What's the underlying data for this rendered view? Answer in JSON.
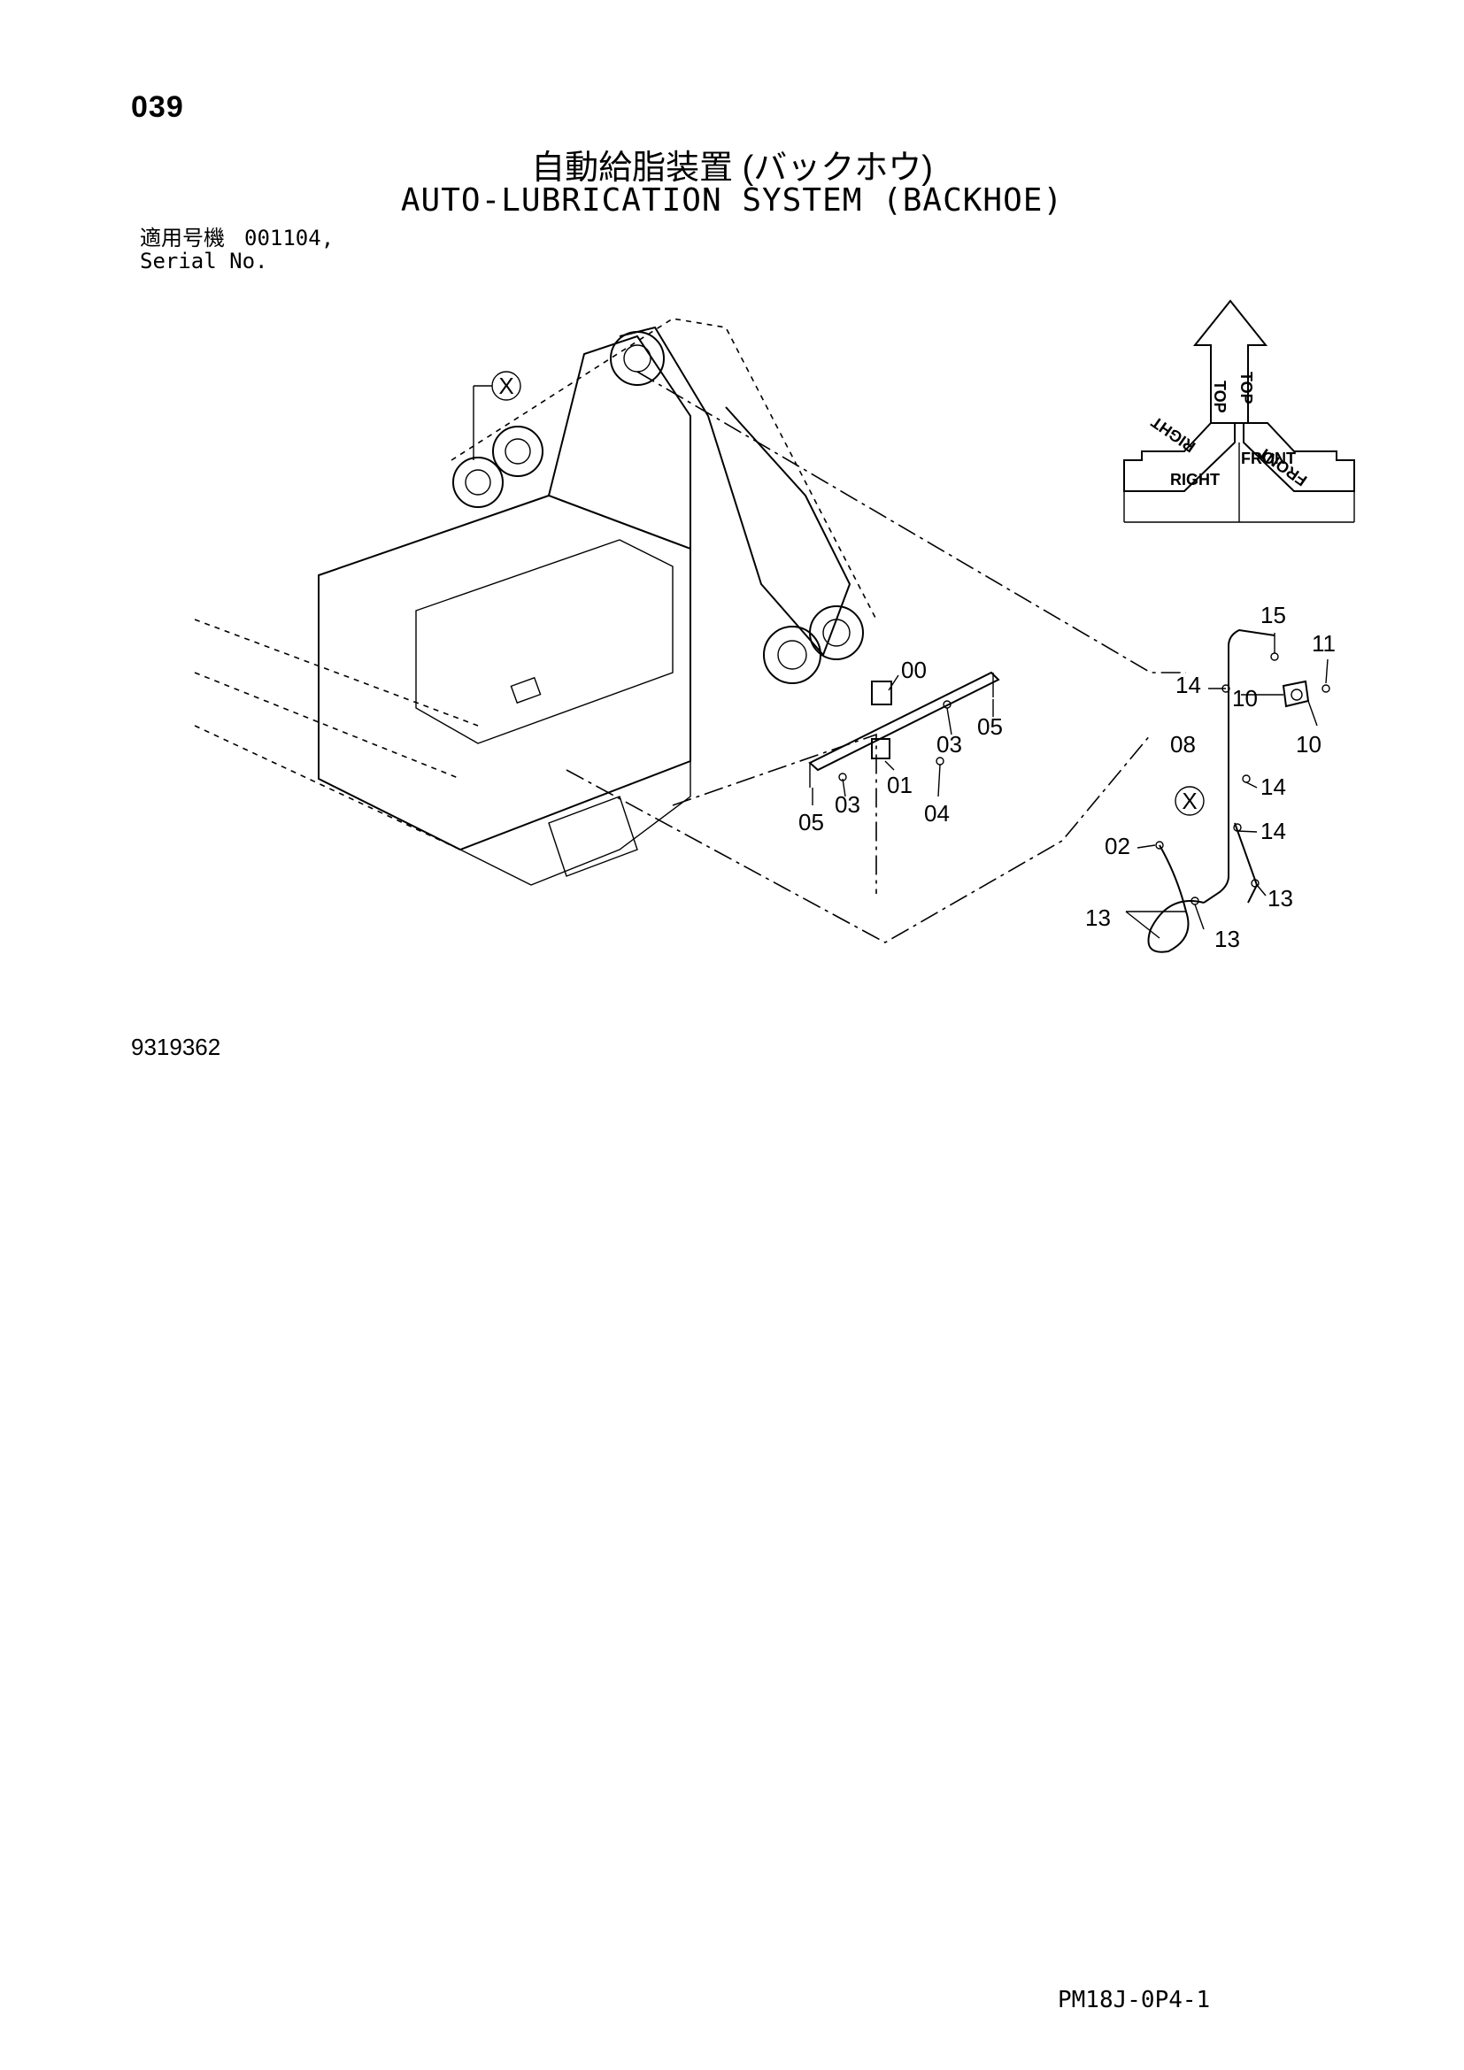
{
  "header": {
    "page_number": "039",
    "title_jp": "自動給脂装置 (バックホウ)",
    "title_en": "AUTO-LUBRICATION SYSTEM (BACKHOE)",
    "serial_label_jp": "適用号機",
    "serial_value": "001104,",
    "serial_label_en": "Serial No."
  },
  "orientation_indicator": {
    "labels": [
      "TOP",
      "TOP",
      "RIGHT",
      "RIGHT",
      "FRONT",
      "FRONT"
    ]
  },
  "diagram": {
    "view_marker": "X",
    "callouts": [
      "00",
      "01",
      "02",
      "03",
      "03",
      "04",
      "05",
      "05",
      "08",
      "10",
      "10",
      "11",
      "13",
      "13",
      "13",
      "14",
      "14",
      "14",
      "15"
    ]
  },
  "footer": {
    "figure_number": "9319362",
    "sheet_code": "PM18J-0P4-1"
  }
}
